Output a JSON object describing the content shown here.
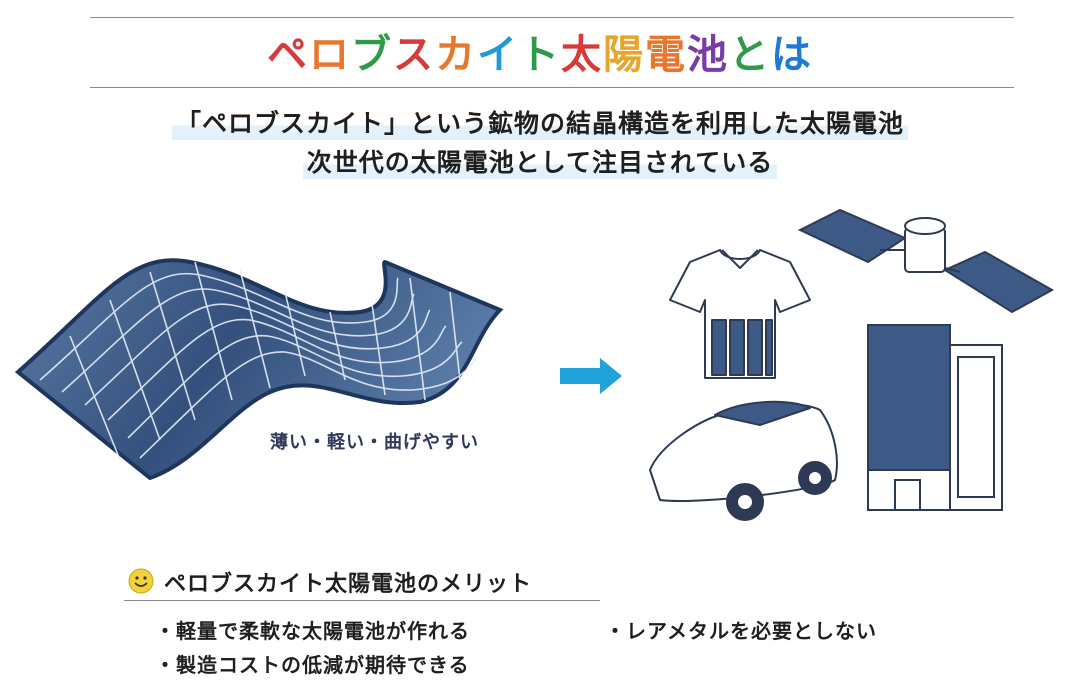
{
  "title": {
    "chars": [
      {
        "c": "ペ",
        "color": "#d63a3a"
      },
      {
        "c": "ロ",
        "color": "#e8772e"
      },
      {
        "c": "ブ",
        "color": "#2e9b4a"
      },
      {
        "c": "ス",
        "color": "#d63a3a"
      },
      {
        "c": "カ",
        "color": "#e8772e"
      },
      {
        "c": "イ",
        "color": "#1f9ad6"
      },
      {
        "c": "ト",
        "color": "#2e9b4a"
      },
      {
        "c": "太",
        "color": "#d63a3a"
      },
      {
        "c": "陽",
        "color": "#e8a52e"
      },
      {
        "c": "電",
        "color": "#e8772e"
      },
      {
        "c": "池",
        "color": "#7a3aa8"
      },
      {
        "c": "と",
        "color": "#2e9b4a"
      },
      {
        "c": "は",
        "color": "#1f7ad6"
      }
    ]
  },
  "subtitle": {
    "line1": "「ペロブスカイト」という鉱物の結晶構造を利用した太陽電池",
    "line2": "次世代の太陽電池として注目されている"
  },
  "caption": "薄い・軽い・曲げやすい",
  "merits": {
    "heading": "ペロブスカイト太陽電池のメリット",
    "items": [
      "・軽量で柔軟な太陽電池が作れる",
      "・製造コストの低減が期待できる",
      "・レアメタルを必要としない"
    ]
  },
  "colors": {
    "panel": "#3c5a85",
    "panel_edge": "#243c63",
    "arrow": "#1fa3d9",
    "smiley": "#f4d13a"
  }
}
